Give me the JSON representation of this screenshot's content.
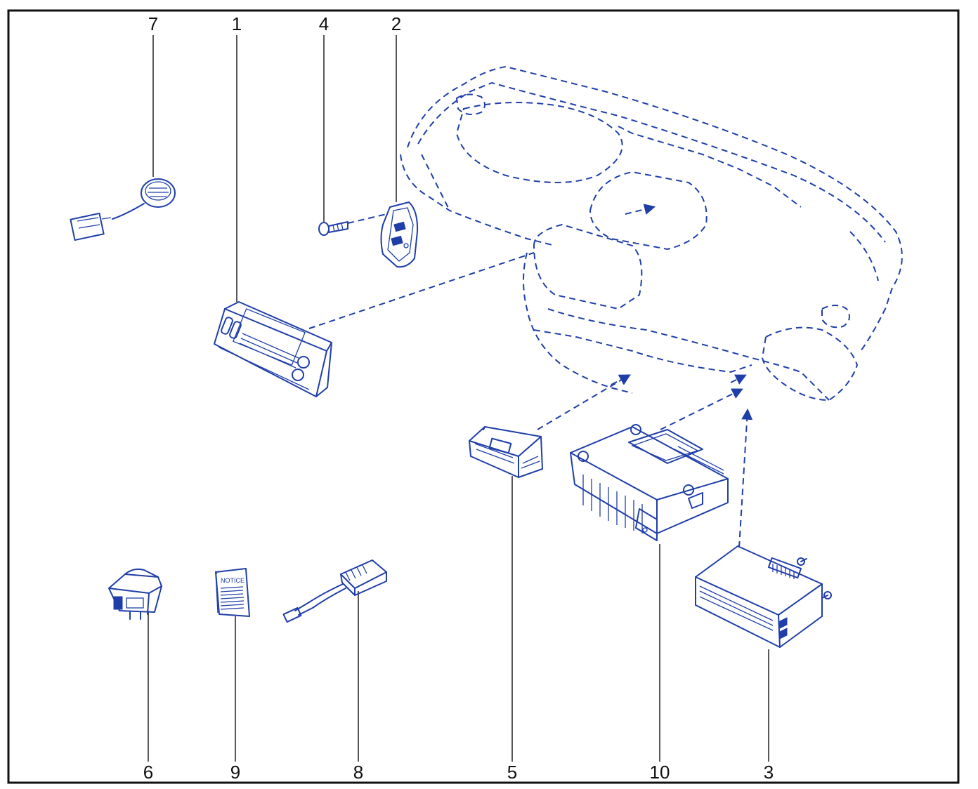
{
  "figure": {
    "colors": {
      "frame": "#111111",
      "parts": "#1f3ea8",
      "background": "#ffffff"
    },
    "callouts": [
      {
        "id": "7",
        "label": "7"
      },
      {
        "id": "1",
        "label": "1"
      },
      {
        "id": "4",
        "label": "4"
      },
      {
        "id": "2",
        "label": "2"
      },
      {
        "id": "6",
        "label": "6"
      },
      {
        "id": "9",
        "label": "9"
      },
      {
        "id": "8",
        "label": "8"
      },
      {
        "id": "5",
        "label": "5"
      },
      {
        "id": "10",
        "label": "10"
      },
      {
        "id": "3",
        "label": "3"
      }
    ],
    "notice_booklet_text": "NOTICE"
  }
}
